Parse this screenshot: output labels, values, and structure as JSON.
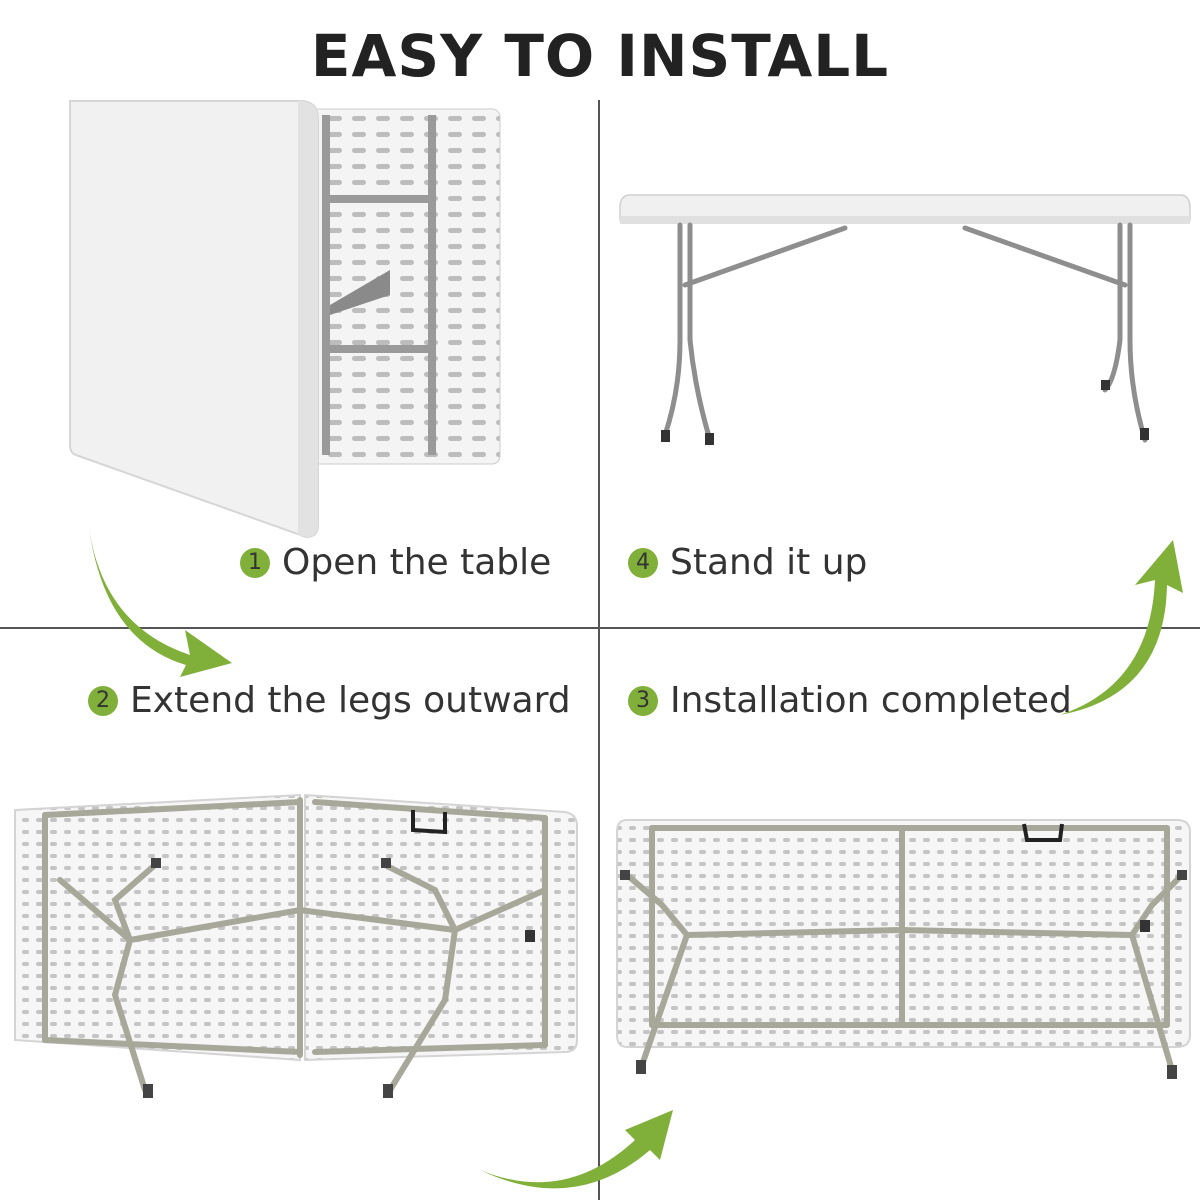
{
  "header": {
    "title": "EASY TO INSTALL"
  },
  "steps": [
    {
      "number": "1",
      "label": "Open the table"
    },
    {
      "number": "2",
      "label": "Extend the legs outward"
    },
    {
      "number": "3",
      "label": "Installation completed"
    },
    {
      "number": "4",
      "label": "Stand it up"
    }
  ],
  "colors": {
    "accent_green": "#80b03a",
    "table_white": "#f2f2f2",
    "leg_gray": "#9a9a9a"
  },
  "icons": [
    "curved-arrow-icon"
  ]
}
